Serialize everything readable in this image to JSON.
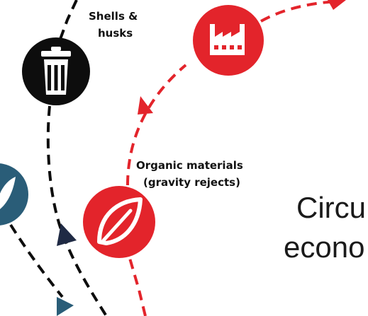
{
  "labels": {
    "shells_line1": "Shells &",
    "shells_line2": "husks",
    "organic_line1": "Organic materials",
    "organic_line2": "(gravity rejects)",
    "circular_line1": "Circu",
    "circular_line2": "econo"
  },
  "nodes": [
    {
      "id": "waste",
      "icon": "trash-bin-icon",
      "color": "#0d0d0d"
    },
    {
      "id": "factory",
      "icon": "factory-icon",
      "color": "#e3242b"
    },
    {
      "id": "organic",
      "icon": "leaf-icon",
      "color": "#e3242b"
    },
    {
      "id": "partial-left",
      "icon": "leaf-icon",
      "color": "#2a5d78"
    }
  ],
  "colors": {
    "red": "#e3242b",
    "black": "#0d0d0d",
    "navy": "#1f2a44",
    "teal": "#2a5d78"
  }
}
